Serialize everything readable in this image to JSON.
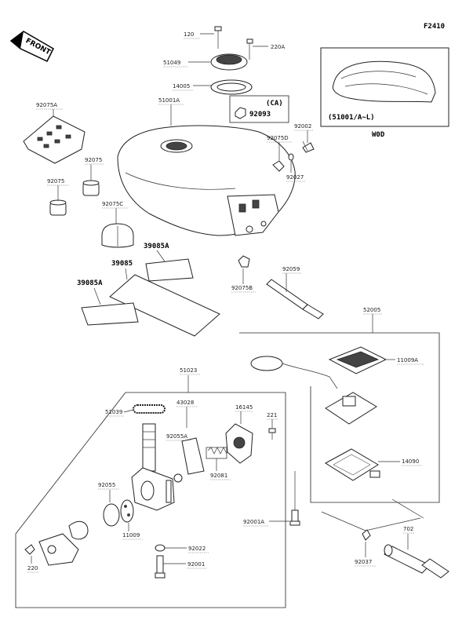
{
  "figure_code": "F2410",
  "front_label": "FRONT",
  "variant_note": "(51001/A~L)",
  "variant_code": "W0D",
  "labels": {
    "p120": "120",
    "p220A": "220A",
    "p51049": "51049",
    "p14005": "14005",
    "p92093_ca": "(CA)",
    "p92093": "92093",
    "p51001A": "51001A",
    "p92075A": "92075A",
    "p92075": "92075",
    "p92075_b": "92075",
    "p92075C": "92075C",
    "p92075D": "92075D",
    "p92002": "92002",
    "p92027": "92027",
    "p39085A_top": "39085A",
    "p39085": "39085",
    "p39085A_bot": "39085A",
    "p92075B": "92075B",
    "p92059": "92059",
    "p52005": "52005",
    "p11009A": "11009A",
    "p14090": "14090",
    "p51023": "51023",
    "p43028": "43028",
    "p51039": "51039",
    "p16145": "16145",
    "p221": "221",
    "p92055A": "92055A",
    "p92081": "92081",
    "p92055": "92055",
    "p11009": "11009",
    "p92022": "92022",
    "p92001": "92001",
    "p220": "220",
    "p92001A": "92001A",
    "p92037": "92037",
    "p702": "702"
  },
  "colors": {
    "line": "#333333",
    "part_fill": "#ffffff",
    "dark": "#444444"
  }
}
